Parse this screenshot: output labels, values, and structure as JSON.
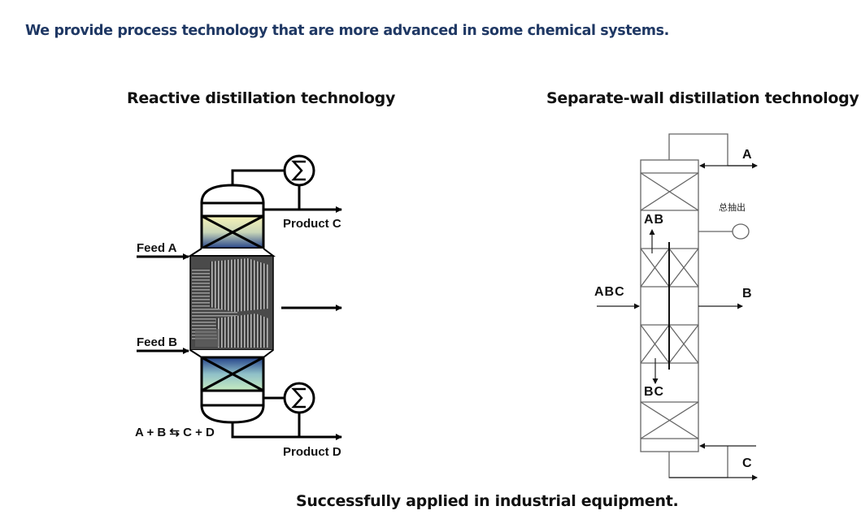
{
  "headline": "We provide process technology that are more advanced in some chemical systems.",
  "sections": {
    "reactive": {
      "title": "Reactive distillation technology",
      "labels": {
        "feed_a": "Feed A",
        "feed_b": "Feed B",
        "product_c": "Product C",
        "product_d": "Product D",
        "reaction": "A + B ⇆ C + D"
      },
      "icons": [
        "condenser-icon",
        "reboiler-icon"
      ]
    },
    "dividing_wall": {
      "title": "Separate-wall distillation technology",
      "labels": {
        "top_product": "A",
        "side_product": "B",
        "bottom_product": "C",
        "feed": "ABC",
        "upper_mix": "AB",
        "lower_mix": "BC",
        "total_draw": "总抽出"
      }
    }
  },
  "footer": "Successfully applied in industrial equipment.",
  "colors": {
    "headline": "#1f3864",
    "gradient_top": "#f4f1b8",
    "gradient_bottom": "#203f80"
  }
}
